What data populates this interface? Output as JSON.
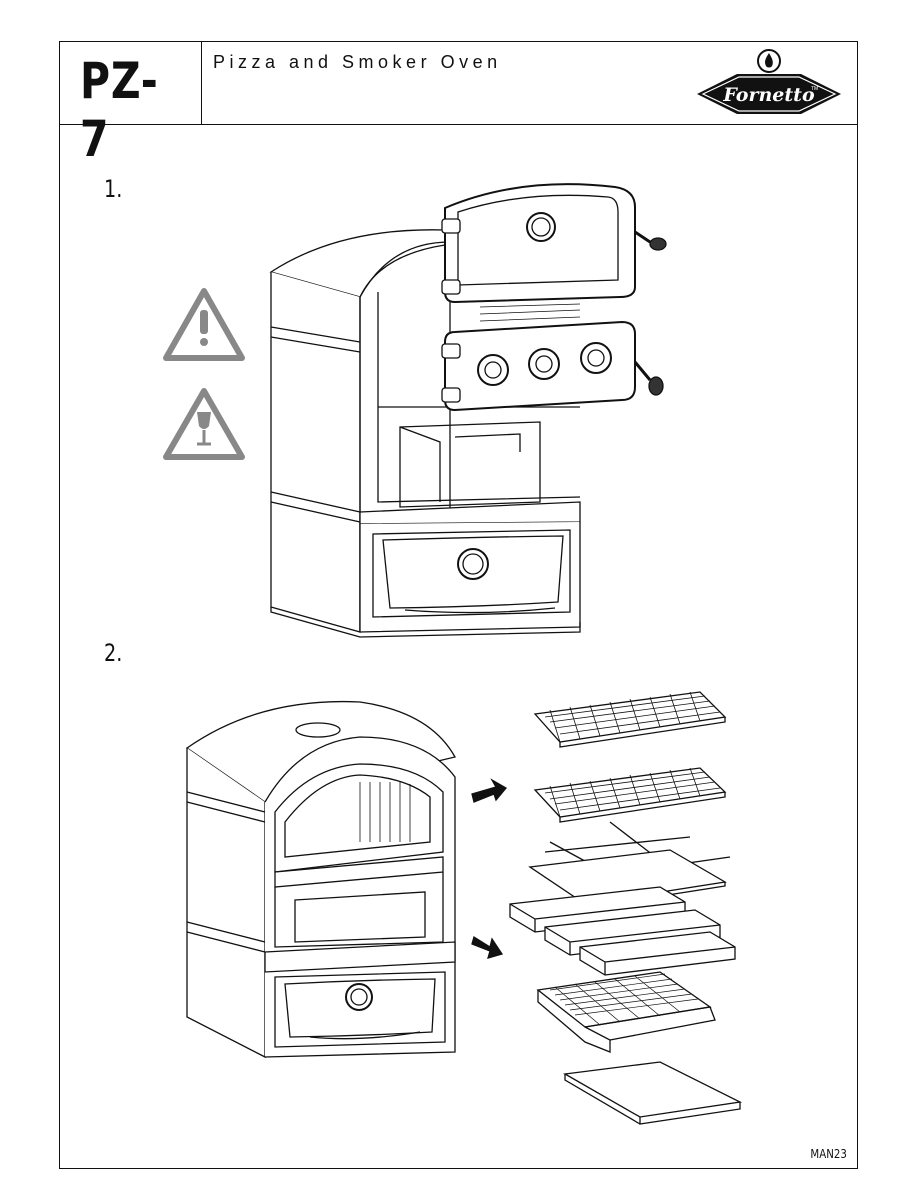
{
  "header": {
    "model": "PZ-7",
    "subtitle": "Pizza and Smoker Oven",
    "brand": "Fornetto",
    "brand_mark": "TM"
  },
  "steps": [
    {
      "number": "1."
    },
    {
      "number": "2."
    }
  ],
  "icons": [
    "warning-exclamation-icon",
    "fragile-glass-icon"
  ],
  "footer": {
    "code": "MAN23"
  }
}
